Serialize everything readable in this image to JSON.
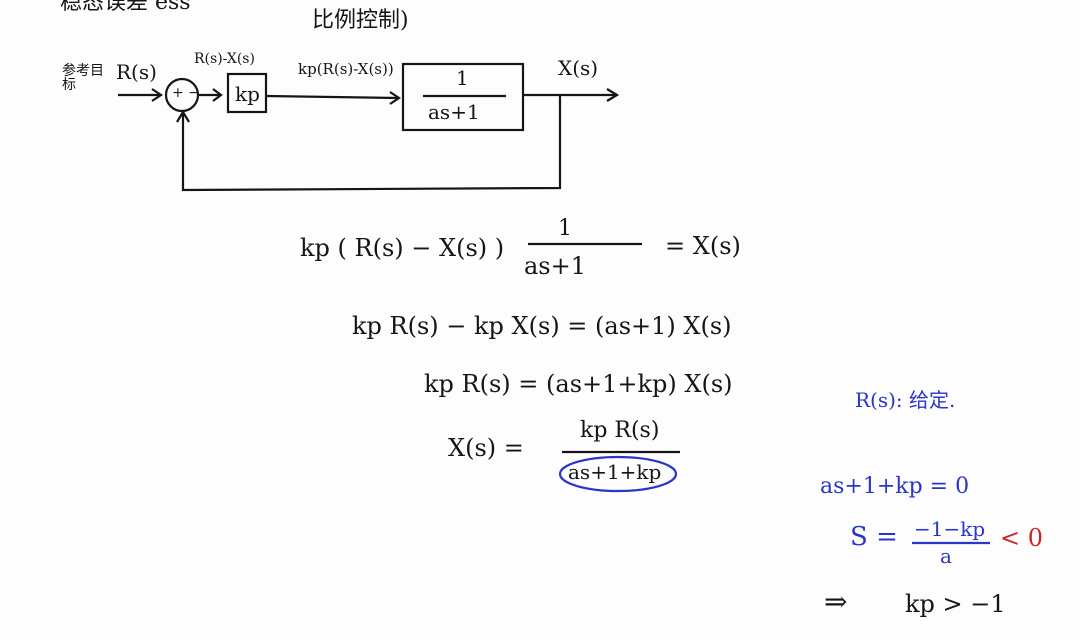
{
  "header": {
    "top_note": "稳态误差 ess",
    "subtitle": "比例控制)"
  },
  "block_diagram": {
    "input_label": "参考目标",
    "input_signal": "R(s)",
    "summing_signs": "+ −",
    "error_signal": "R(s)-X(s)",
    "controller": "kp",
    "controller_output": "kp(R(s)-X(s))",
    "plant_num": "1",
    "plant_den": "as+1",
    "output_signal": "X(s)"
  },
  "derivation": {
    "line1_left": "kp ( R(s) − X(s) )",
    "line1_num": "1",
    "line1_den": "as+1",
    "line1_right": "= X(s)",
    "line2": "kp R(s) − kp X(s) = (as+1) X(s)",
    "line3": "kp R(s) = (as+1+kp) X(s)",
    "line4_left": "X(s) =",
    "line4_num": "kp R(s)",
    "line4_den": "as+1+kp"
  },
  "side_notes": {
    "given": "R(s): 给定.",
    "char_eq": "as+1+kp = 0",
    "root_left": "S =",
    "root_num": "−1−kp",
    "root_den": "a",
    "root_cond": "< 0",
    "conclusion_arrow": "⇒",
    "conclusion": "kp > −1"
  },
  "colors": {
    "ink": "#151515",
    "blue": "#2a35c9",
    "red": "#c72a2a"
  }
}
